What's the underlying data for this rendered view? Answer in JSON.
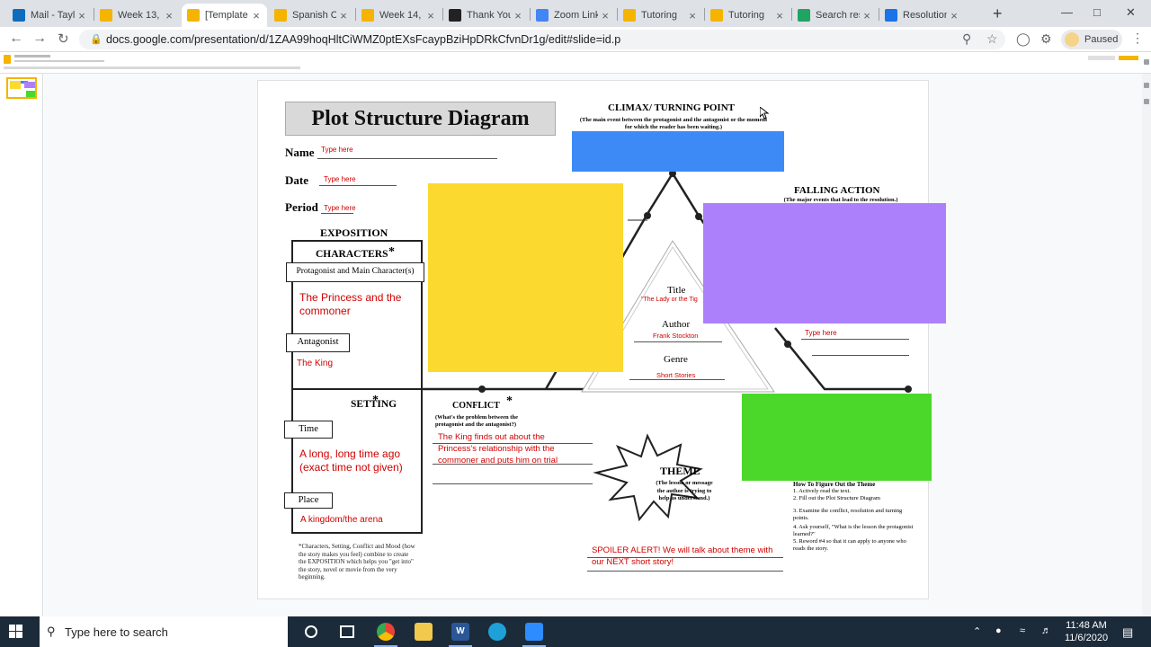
{
  "browser": {
    "tabs": [
      {
        "label": "Mail - Tayl",
        "icon": "outlook-icon",
        "color": "#0f6cbd"
      },
      {
        "label": "Week 13, L",
        "icon": "slides-icon",
        "color": "#f4b400"
      },
      {
        "label": "[Template",
        "icon": "slides-icon",
        "color": "#f4b400",
        "active": true
      },
      {
        "label": "Spanish C",
        "icon": "slides-icon",
        "color": "#f4b400"
      },
      {
        "label": "Week 14, L",
        "icon": "slides-icon",
        "color": "#f4b400"
      },
      {
        "label": "Thank You",
        "icon": "blackboard-icon",
        "color": "#222222"
      },
      {
        "label": "Zoom Link",
        "icon": "docs-icon",
        "color": "#4285f4"
      },
      {
        "label": "Tutoring",
        "icon": "slides-icon",
        "color": "#f4b400"
      },
      {
        "label": "Tutoring",
        "icon": "slides-icon",
        "color": "#f4b400"
      },
      {
        "label": "Search res",
        "icon": "drive-icon",
        "color": "#1fa463"
      },
      {
        "label": "Resolution",
        "icon": "classroom-icon",
        "color": "#1a73e8"
      }
    ],
    "url": "docs.google.com/presentation/d/1ZAA99hoqHltCiWMZ0ptEXsFcaypBziHpDRkCfvnDr1g/edit#slide=id.p",
    "profile_status": "Paused"
  },
  "slide": {
    "title": "Plot Structure Diagram",
    "name_label": "Name",
    "name_value": "Type here",
    "date_label": "Date",
    "date_value": "Type here",
    "period_label": "Period",
    "period_value": "Type here",
    "exposition_heading": "EXPOSITION",
    "characters_heading": "CHARACTERS",
    "asterisk": "*",
    "protagonist_label": "Protagonist and Main Character(s)",
    "protagonist_value": "The Princess and the commoner",
    "antagonist_label": "Antagonist",
    "antagonist_value": "The King",
    "setting_heading": "SETTING",
    "time_label": "Time",
    "time_value": "A long, long time ago (exact time not given)",
    "place_label": "Place",
    "place_value": "A kingdom/the arena",
    "footnote": "*Characters, Setting, Conflict and Mood (how the story makes you feel) combine to create the EXPOSITION which helps you \"get into\" the story, novel or movie from the very beginning.",
    "climax_heading": "CLIMAX/ TURNING POINT",
    "climax_desc": "(The main event between the protagonist and the antagonist or the moment for which the reader has been waiting.)",
    "falling_heading": "FALLING ACTION",
    "falling_desc": "(The major events that lead to the resolution.)",
    "falling_value": "Type here",
    "title_label": "Title",
    "title_value": "\"The Lady or the Tig",
    "author_label": "Author",
    "author_value": "Frank Stockton",
    "genre_label": "Genre",
    "genre_value": "Short Stories",
    "conflict_heading": "CONFLICT",
    "conflict_desc": "(What's the problem between the protagonist and the antagonist?)",
    "conflict_value": "The King finds out about the Princess's relationship with the commoner and puts him on trial",
    "theme_heading": "THEME",
    "theme_desc": "(The lesson or message the author is trying to help us understand.)",
    "theme_value": "SPOILER ALERT! We will talk about theme with our NEXT short story!",
    "how_heading": "How To Figure Out the Theme",
    "how_steps": [
      "1.    Actively read the text.",
      "2.    Fill out the Plot Structure Diagram",
      "3.    Examine the conflict, resolution and turning points.",
      "4.    Ask yourself, \"What is the lesson the protagonist learned?\"",
      "5.    Reword #4 so that it can apply to anyone who reads the story."
    ],
    "sticky_colors": {
      "blue": "#3d8af7",
      "yellow": "#fbd92e",
      "purple": "#ad80fb",
      "green": "#4bd82a"
    }
  },
  "taskbar": {
    "search_placeholder": "Type here to search",
    "time": "11:48 AM",
    "date": "11/6/2020"
  }
}
